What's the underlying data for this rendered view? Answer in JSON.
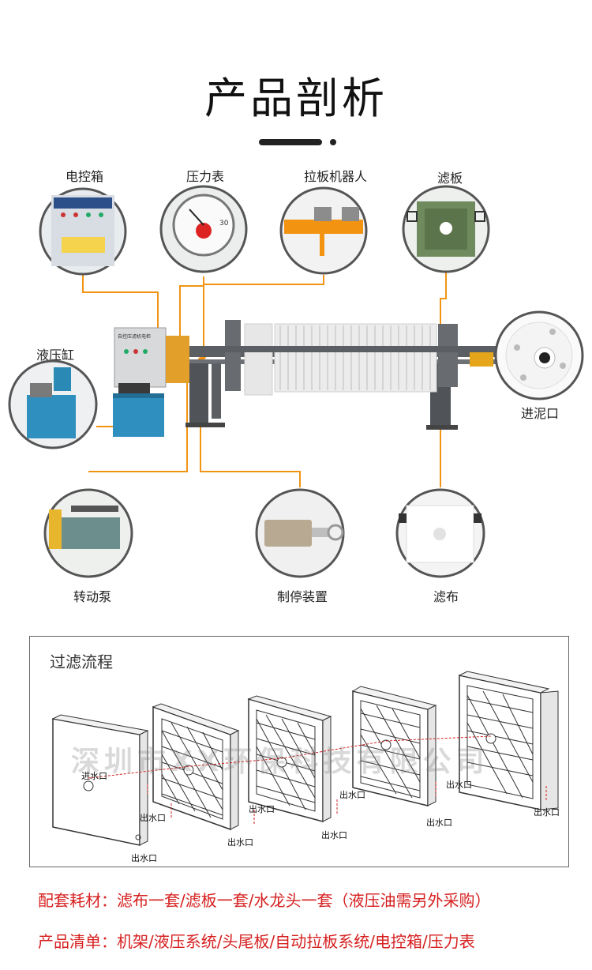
{
  "header": {
    "title": "产品剖析"
  },
  "components": {
    "control_box": "电控箱",
    "pressure_gauge": "压力表",
    "plate_robot": "拉板机器人",
    "filter_plate": "滤板",
    "hydraulic_cylinder": "液压缸",
    "inlet": "进泥口",
    "rotary_pump": "转动泵",
    "brake_device": "制停装置",
    "filter_cloth": "滤布"
  },
  "machine_text": {
    "cabinet_label": "自控压滤机电柜",
    "gauge_number": "30"
  },
  "process": {
    "title": "过滤流程",
    "inlet_label": "进水口",
    "outlet_label": "出水口",
    "watermark": "深圳市XX环保科技有限公司"
  },
  "footer": {
    "consumables": "配套耗材：滤布一套/滤板一套/水龙头一套（液压油需另外采购）",
    "product_list": "产品清单：机架/液压系统/头尾板/自动拉板系统/电控箱/压力表"
  },
  "colors": {
    "accent_orange": "#f29312",
    "text_red": "#d62020",
    "machine_gray": "#5b5f63",
    "cabinet_blue": "#2f8fbf",
    "plate_green": "#6f8a5c"
  }
}
